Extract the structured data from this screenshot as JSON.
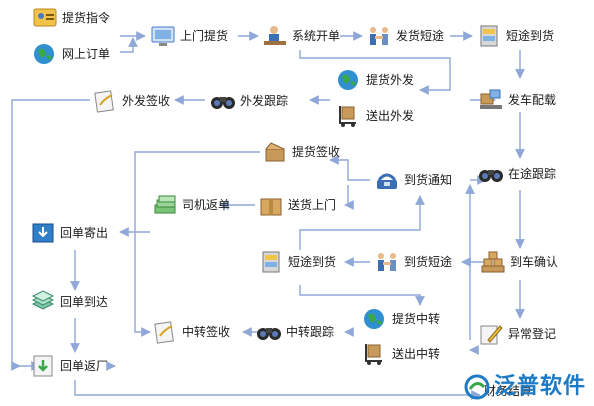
{
  "nodes": {
    "pickup_order": "提货指令",
    "online_order": "网上订单",
    "door_pickup": "上门提货",
    "system_billing": "系统开单",
    "ship_short": "发货短途",
    "short_arrive_top": "短途到货",
    "truck_load": "发车配载",
    "pickup_out": "提货外发",
    "deliver_out": "送出外发",
    "out_track": "外发跟踪",
    "out_sign": "外发签收",
    "pickup_sign": "提货签收",
    "arrival_notice": "到货通知",
    "in_transit_track": "在途跟踪",
    "deliver_door": "送货上门",
    "driver_return": "司机返单",
    "receipt_send": "回单寄出",
    "short_arrive_mid": "短途到货",
    "arrive_short": "到货短途",
    "arrive_confirm": "到车确认",
    "receipt_arrive": "回单到达",
    "pickup_transfer": "提货中转",
    "transfer_sign": "中转签收",
    "transfer_track": "中转跟踪",
    "deliver_transfer": "送出中转",
    "exception_reg": "异常登记",
    "receipt_return": "回单返厂",
    "finance_settle": "财务结算"
  },
  "logo": {
    "text": "泛普软件"
  },
  "colors": {
    "arrow": "#8fa8d8",
    "logo": "#1c7bc4"
  }
}
